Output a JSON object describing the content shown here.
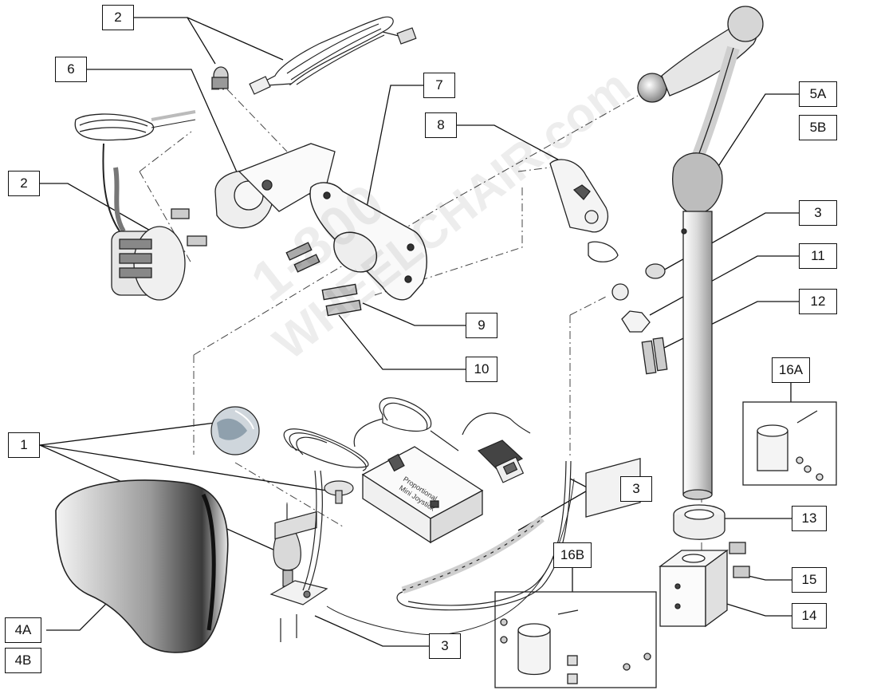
{
  "callouts": {
    "c2_top": "2",
    "c6": "6",
    "c2_left": "2",
    "c7": "7",
    "c8": "8",
    "c5a": "5A",
    "c5b": "5B",
    "c3_right": "3",
    "c11": "11",
    "c12": "12",
    "c9": "9",
    "c10": "10",
    "c1": "1",
    "c16a": "16A",
    "c3_mid": "3",
    "c13": "13",
    "c16b": "16B",
    "c15": "15",
    "c14": "14",
    "c4a": "4A",
    "c4b": "4B",
    "c3_bottom": "3"
  },
  "joystick_box": {
    "line1": "Proportional",
    "line2": "Mini Joystick"
  },
  "watermark": {
    "line1": "1-800",
    "line2": "WHEELCHAIR.com"
  },
  "colors": {
    "line": "#1a1a1a",
    "outline": "#333333",
    "fill_light": "#f2f2f2",
    "fill_mid": "#cfcfcf",
    "fill_dark": "#555555"
  }
}
